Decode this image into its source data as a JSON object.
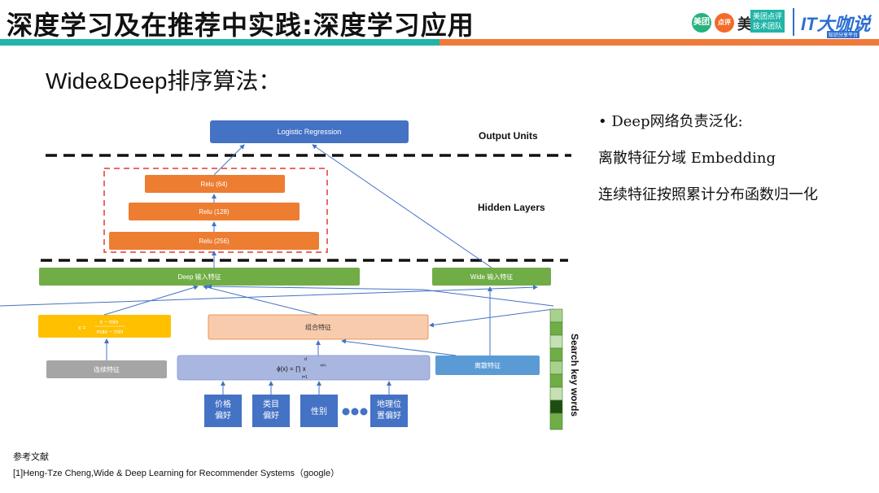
{
  "header": {
    "title": "深度学习及在推荐中实践:深度学习应用",
    "logo_meituan": "美团",
    "logo_dianping": "点评",
    "logo_mei": "美",
    "logo_tech_1": "美团点评",
    "logo_tech_2": "技术团队",
    "logo_it": "IT大咖说",
    "logo_it_sub": "知识分享平台",
    "accent_left": "#21b5a8",
    "accent_right": "#f07a3c"
  },
  "subtitle": "Wide&Deep排序算法：",
  "diagram": {
    "logistic": "Logistic Regression",
    "output_units": "Output Units",
    "hidden_layers": "Hidden Layers",
    "relu64": "Relu (64)",
    "relu128": "Relu (128)",
    "relu256": "Relu (256)",
    "deep_input": "Deep 输入特征",
    "wide_input": "Wide 输入特征",
    "combo": "组合特征",
    "continuous": "连续特征",
    "discrete": "离散特征",
    "norm_formula_num": "x − min",
    "norm_formula_den": "max − min",
    "norm_formula_lhs": "x =",
    "phi_formula": "ϕ(x) = ∏ x",
    "phi_top": "d",
    "phi_bottom": "i=1",
    "phi_sup": "c(ki)",
    "feat1_l1": "价格",
    "feat1_l2": "偏好",
    "feat2_l1": "类目",
    "feat2_l2": "偏好",
    "feat3": "性别",
    "feat4_l1": "地理位",
    "feat4_l2": "置偏好",
    "search_keywords": "Search key words",
    "colors": {
      "blue": "#4472c4",
      "orange": "#ed7d31",
      "green": "#70ad47",
      "yellow": "#ffc000",
      "gray": "#a5a5a5",
      "peach": "#f8cbad",
      "lavender": "#a9b7e0",
      "lightblue": "#5b9bd5"
    }
  },
  "bullets": [
    "• Deep网络负责泛化:",
    "离散特征分域 Embedding",
    "连续特征按照累计分布函数归一化"
  ],
  "references": {
    "heading": "参考文献",
    "item1": "[1]Heng-Tze Cheng,Wide & Deep Learning for Recommender Systems（google）"
  }
}
